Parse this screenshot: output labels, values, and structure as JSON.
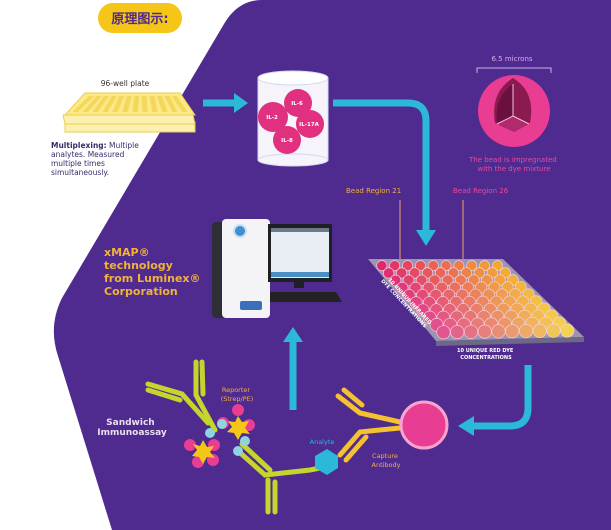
{
  "header": {
    "title": "原理图示:"
  },
  "plate96": {
    "label": "96-well plate"
  },
  "multiplexing": {
    "bold": "Multiplexing:",
    "line1": " Multiple",
    "line2": "analytes. Measured",
    "line3": "multiple times",
    "line4": "simultaneously."
  },
  "beads": [
    "IL-6",
    "IL-2",
    "IL-17A",
    "IL-8"
  ],
  "bead_detail": {
    "size": "6.5 microns",
    "caption1": "The bead is impregnated",
    "caption2": "with the dye mixture"
  },
  "regions": {
    "r21": "Bead Region 21",
    "r26": "Bead Region 26"
  },
  "xmap": {
    "line1": "xMAP®",
    "line2": "technology",
    "line3": "from Luminex®",
    "line4": "Corporation"
  },
  "plate_axes": {
    "infrared1": "10 UNIQUE INFRARED",
    "infrared2": "DYE CONCENTRATIONS",
    "red1": "10 UNIQUE RED DYE",
    "red2": "CONCENTRATIONS"
  },
  "assay": {
    "sandwich1": "Sandwich",
    "sandwich2": "Immunoassay",
    "reporter1": "Reporter",
    "reporter2": "(Strep/PE)",
    "analyte": "Analyte",
    "capture1": "Capture",
    "capture2": "Antibody"
  },
  "colors": {
    "purple": "#4f2a8f",
    "cyan": "#2bb8d9",
    "gold": "#f2b13a",
    "pink": "#e8378f",
    "green": "#c5d52b"
  }
}
